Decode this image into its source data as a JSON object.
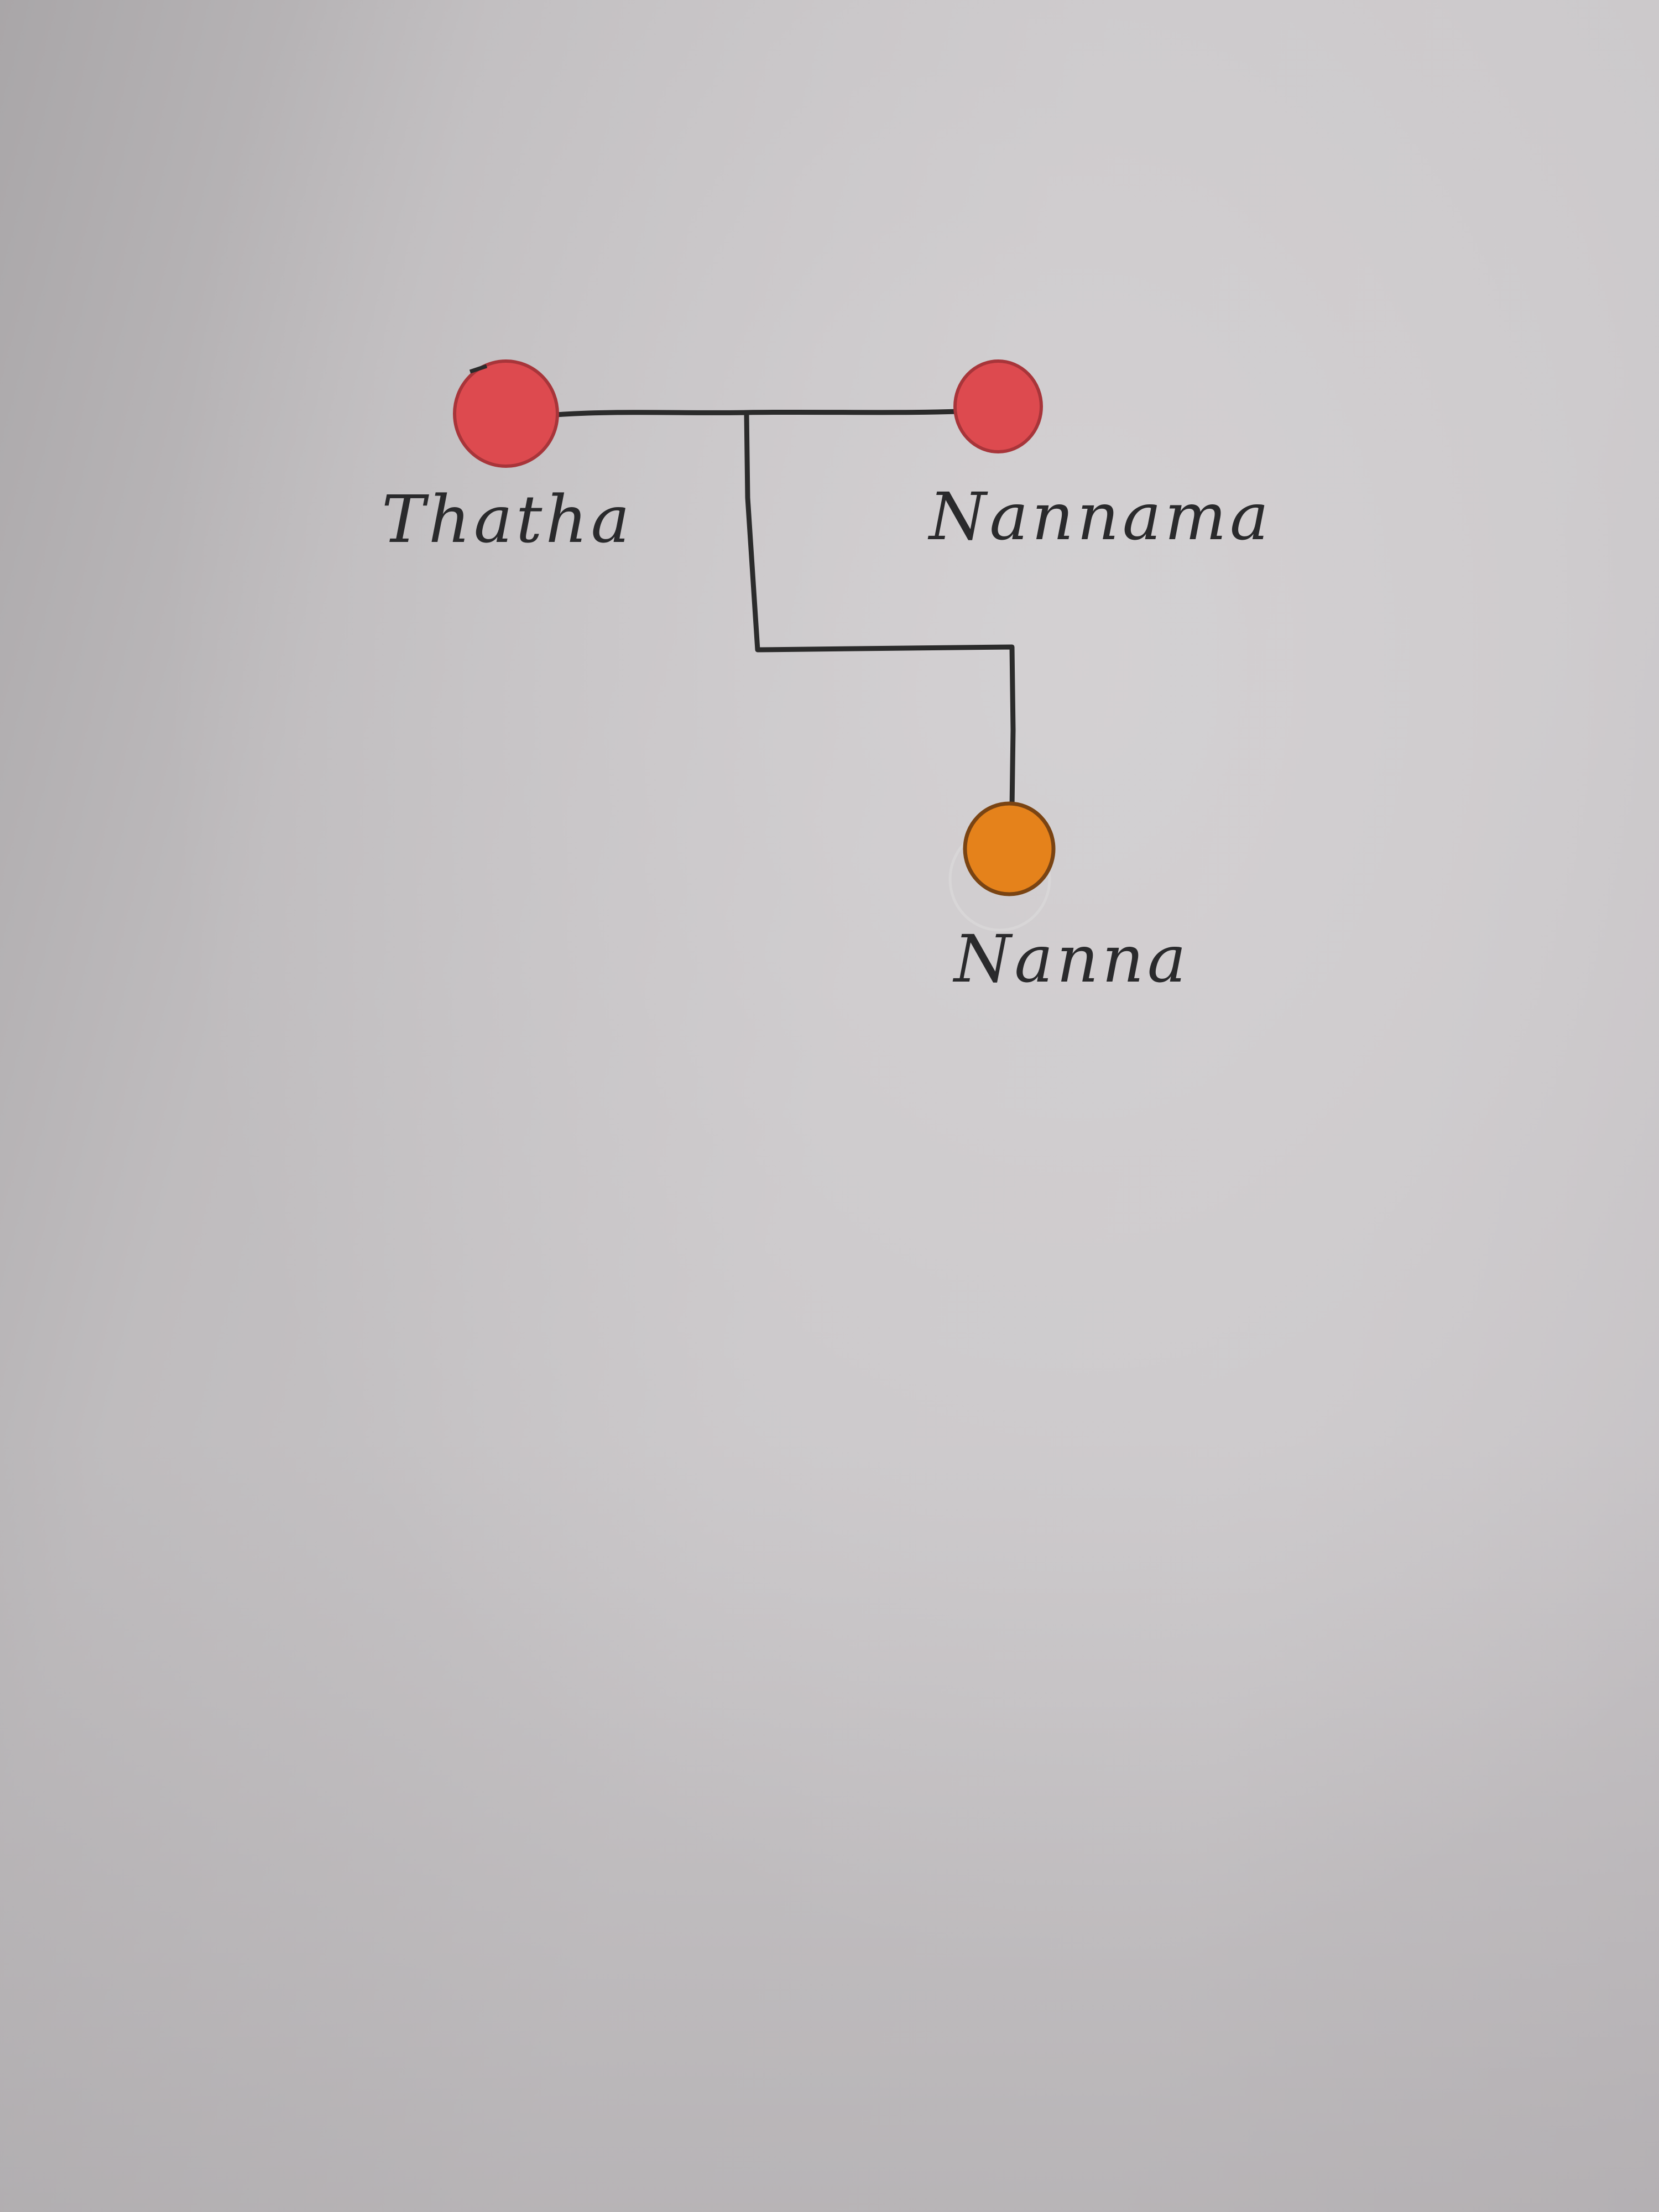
{
  "diagram": {
    "people": [
      {
        "id": "thatha",
        "name": "Thatha",
        "color": "#dd4a4f"
      },
      {
        "id": "nannama",
        "name": "Nannama",
        "color": "#dd4a4f"
      },
      {
        "id": "nanna",
        "name": "Nanna",
        "color": "#e5821b"
      }
    ],
    "relations": [
      {
        "type": "couple",
        "members": [
          "thatha",
          "nannama"
        ]
      },
      {
        "type": "child",
        "parents": [
          "thatha",
          "nannama"
        ],
        "child": "nanna"
      }
    ],
    "line_color": "#2b2b2b",
    "paper_color": "#c6c3c5"
  }
}
